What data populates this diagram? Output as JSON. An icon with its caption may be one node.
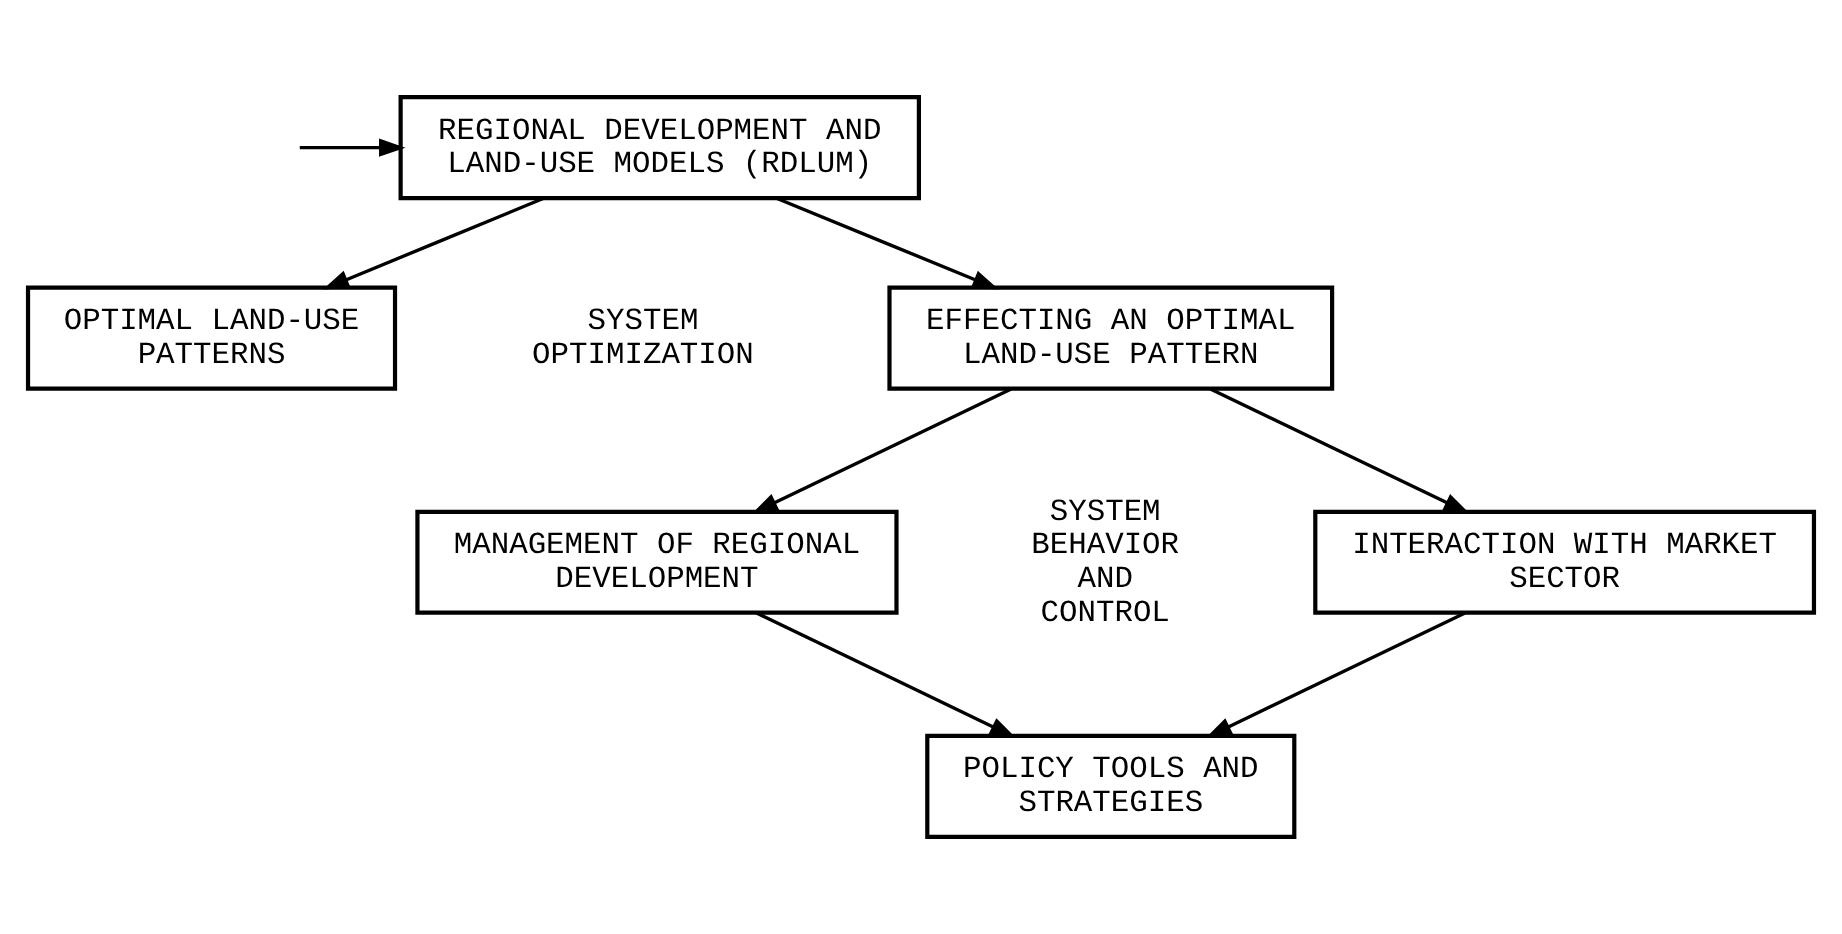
{
  "diagram": {
    "nodes": [
      {
        "text": [
          "REGIONAL DEVELOPMENT AND LAND-USE MODELS (RDLUM)"
        ]
      },
      {
        "text": [
          "OPTIMAL LAND-USE PATTERNS"
        ]
      },
      {
        "text": [
          "EFFECTING AN OPTIMAL LAND-USE PATTERN"
        ]
      },
      {
        "text": [
          "MANAGEMENT OF REGIONAL DEVELOPMENT"
        ]
      },
      {
        "text": [
          "INTERACTION WITH MARKET SECTOR"
        ]
      },
      {
        "text": [
          "POLICY TOOLS AND STRATEGIES"
        ]
      }
    ],
    "edges": [
      {
        "from": null,
        "to": 0,
        "arrow": "to"
      },
      {
        "from": 0,
        "to": 1,
        "arrow": "to"
      },
      {
        "from": 0,
        "to": 2,
        "arrow": "to"
      },
      {
        "from": 2,
        "to": 4,
        "arrow": "to"
      },
      {
        "from": 2,
        "to": 3,
        "arrow": "to"
      },
      {
        "from": 4,
        "to": 5,
        "arrow": "to"
      },
      {
        "from": 3,
        "to": 5,
        "arrow": "to"
      }
    ],
    "labels": [
      "SYSTEM OPTIMIZATION",
      "SYSTEM BEHAVIOR AND CONTROL"
    ]
  }
}
